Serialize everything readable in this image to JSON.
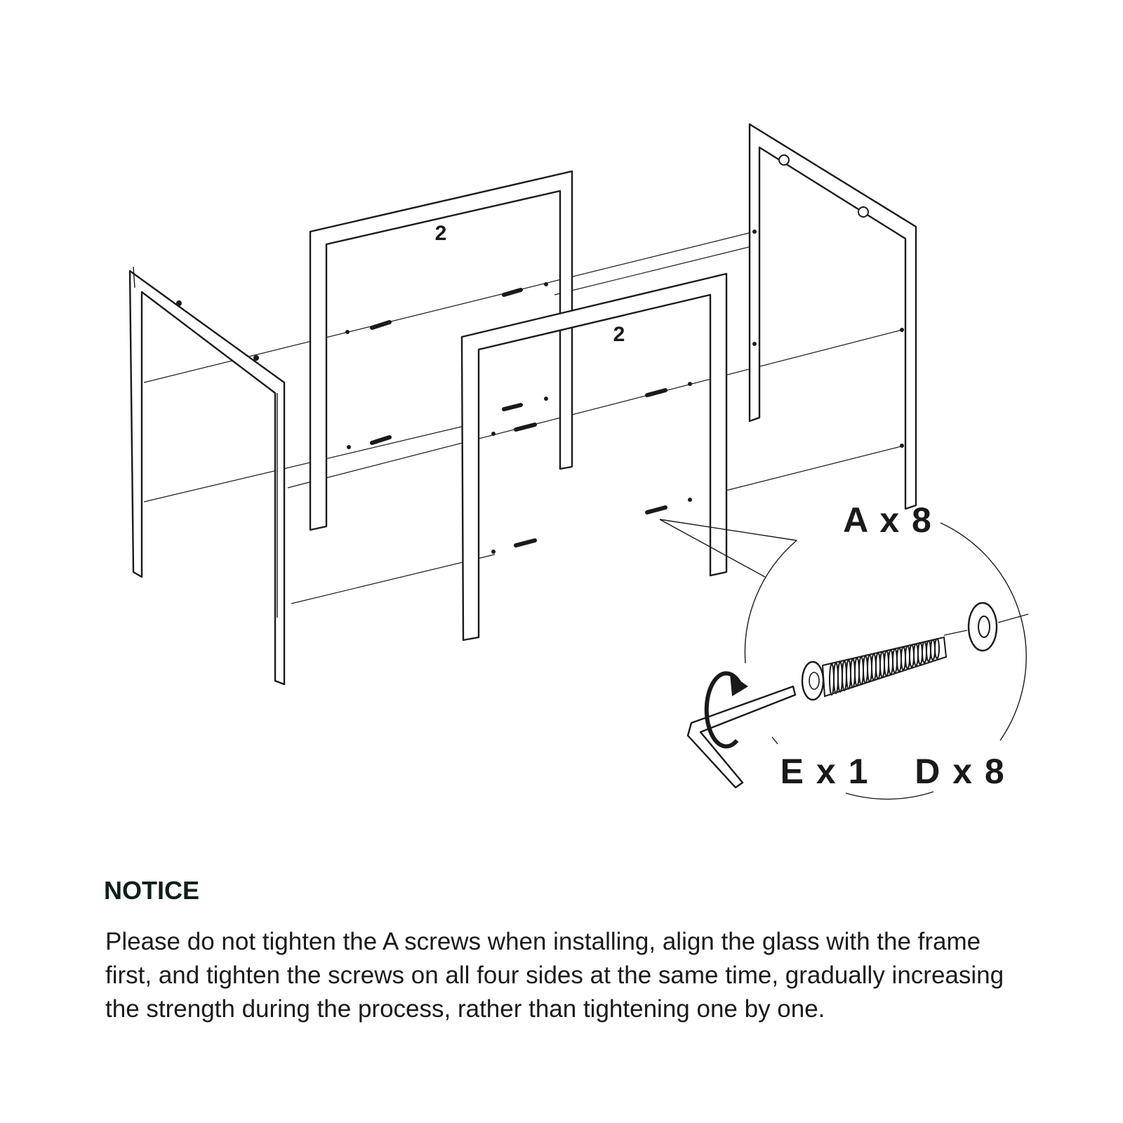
{
  "diagram": {
    "frame_number_label": "2",
    "parts": [
      {
        "id": "A",
        "label": "A x 8",
        "icon": "screw-icon"
      },
      {
        "id": "E",
        "label": "E x 1",
        "icon": "hex-key-icon"
      },
      {
        "id": "D",
        "label": "D x 8",
        "icon": "washer-icon"
      }
    ]
  },
  "notice": {
    "title": "NOTICE",
    "body": "Please do not tighten the A screws when installing, align the glass with the frame first, and tighten the screws on all four sides at the same time, gradually increasing the strength during the process, rather than tightening one by one."
  }
}
